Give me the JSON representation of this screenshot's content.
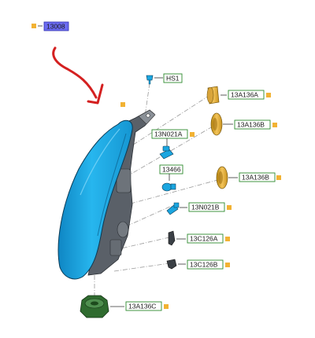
{
  "diagram": {
    "main_part": "13008",
    "labels": {
      "hs1": "HS1",
      "a13a136a": "13A136A",
      "a13a136b_top": "13A136B",
      "a13n021a": "13N021A",
      "a13466": "13466",
      "a13a136b_mid": "13A136B",
      "a13n021b": "13N021B",
      "a13c126a": "13C126A",
      "a13c126b": "13C126B",
      "a13a136c": "13A136C"
    },
    "colors": {
      "label_border": "#2e8b2e",
      "selected_fill": "#6b6bf0",
      "marker": "#f2b233",
      "lamp_body": "#1ba6e0",
      "arrow": "#d42020"
    }
  }
}
